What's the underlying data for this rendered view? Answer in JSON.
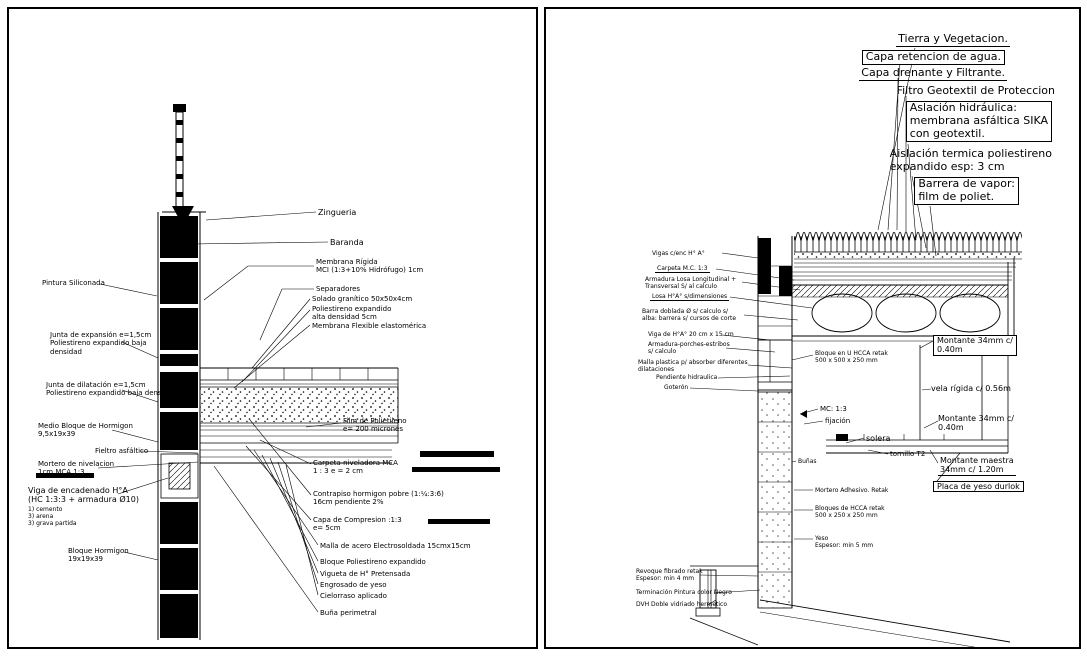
{
  "left_panel": {
    "labels": [
      "Zingueria",
      "Baranda",
      "Membrana Rígida\nMCI (1:3+10% Hidrófugo) 1cm",
      "Separadores",
      "Solado granítico 50x50x4cm",
      "Poliestireno expandido\nalta densidad 5cm",
      "Membrana Flexible elastomérica",
      "Pintura Siliconada",
      "Junta de expansión e=1,5cm\nPoliestireno expandido baja\ndensidad",
      "Junta de dilatación e=1,5cm\nPoliestireno expandido baja densidad",
      "Medio Bloque de Hormigon\n9,5x19x39",
      "Fieltro asfáltico",
      "Mortero de nivelacion\n1cm MCA 1:3",
      "Viga de encadenado H°A\n(HC 1:3:3 + armadura Ø10)",
      "1) cemento\n3) arena\n3) grava partida",
      "Bloque Hormigon\n19x19x39",
      "Film de Polietileno\ne= 200 micrones",
      "Carpeta niveladora MCA\n1 : 3  e = 2 cm",
      "Contrapiso hormigon pobre (1:¼:3:6)\n16cm pendiente 2%",
      "Capa de Compresion :1:3\ne= 5cm",
      "Malla de acero Electrosoldada 15cmx15cm",
      "Bloque Poliestireno expandido",
      "Vigueta de H° Pretensada",
      "Engrosado de yeso",
      "Cielorraso aplicado",
      "Buña perimetral"
    ]
  },
  "right_panel": {
    "top_labels": [
      "Tierra y Vegetacion.",
      "Capa retencion de agua.",
      "Capa drenante y Filtrante.",
      "Filtro Geotextil de Proteccion",
      "Aslación hidráulica:\nmembrana asfáltica SIKA\ncon geotextil.",
      "Aislación termica poliestireno\nexpandido esp: 3 cm",
      "Barrera de vapor:\nfilm de poliet."
    ],
    "left_labels": [
      "Vigas c/enc H° A°",
      "Carpeta M.C. 1:3",
      "Armadura Losa Longitudinal +\nTransversal S/ al calculo",
      "Losa H°A° s/dimensiones",
      "Barra doblada Ø s/ calculo s/\nalba: barrera s/ cursos de corte",
      "Viga de H°A° 20 cm x 15 cm",
      "Armadura-porches-estribos\ns/ calculo",
      "Malla plastica p/ absorber diferentes\ndilataciones",
      "Pendiente hidraulica",
      "Goterón"
    ],
    "mid_labels": [
      "Bloque en U HCCA retak\n500 x 500 x 250 mm",
      "MC: 1:3",
      "fijación",
      "solera",
      "tornillo T2",
      "Buñas",
      "Mortero Adhesivo. Retak",
      "Bloques de HCCA retak\n500 x 250 x 250 mm",
      "Yeso\nEspesor: min 5 mm"
    ],
    "right_labels": [
      "Montante 34mm c/\n0.40m",
      "vela rígida c/ 0.56m",
      "Montante 34mm c/\n0.40m",
      "Montante maestra\n34mm c/ 1.20m",
      "Placa de yeso durlok"
    ],
    "bottom_labels": [
      "Revoque fibrado retak\nEspesor: min 4 mm",
      "Terminación Pintura color Negro",
      "DVH Doble vidriado hermetico"
    ]
  },
  "colors": {
    "ink": "#000000",
    "paper": "#ffffff"
  }
}
